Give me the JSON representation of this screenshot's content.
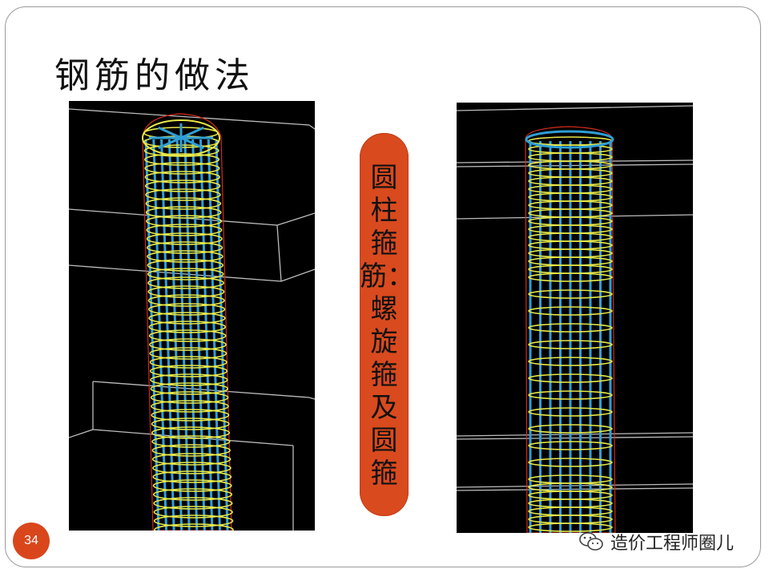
{
  "slide": {
    "title": "钢筋的做法",
    "side_label": "圆柱箍筋：螺旋箍及圆箍",
    "page_number": "34",
    "watermark": "造价工程师圈儿"
  },
  "images": {
    "left": "spiral-stirrup-column-render",
    "right": "circular-stirrup-column-render"
  },
  "colors": {
    "panel_bg": "#000000",
    "pill": "#d94a1e",
    "page_badge": "#d9461c",
    "stirrup_yellow": "#e8e84a",
    "rebar_blue": "#2e9fd6",
    "outline_red": "#d42a1a"
  },
  "icons": {
    "watermark_icon": "wechat-icon"
  }
}
